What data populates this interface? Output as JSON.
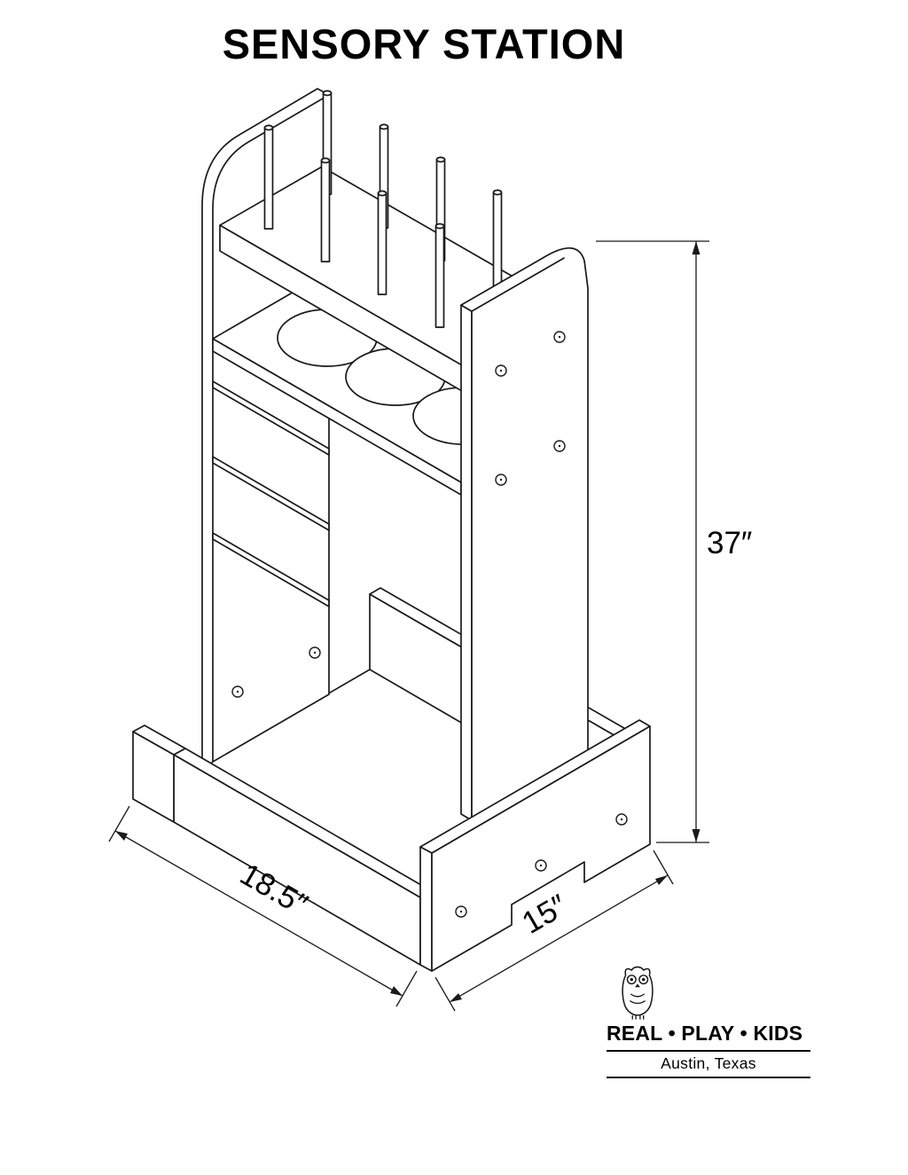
{
  "title": "SENSORY STATION",
  "dimensions": {
    "height": "37″",
    "width": "18.5″",
    "depth": "15″"
  },
  "brand": {
    "logo": "owl-icon",
    "name": "REAL • PLAY • KIDS",
    "location": "Austin, Texas"
  },
  "colors": {
    "background": "#ffffff",
    "line": "#1a1a1a"
  }
}
